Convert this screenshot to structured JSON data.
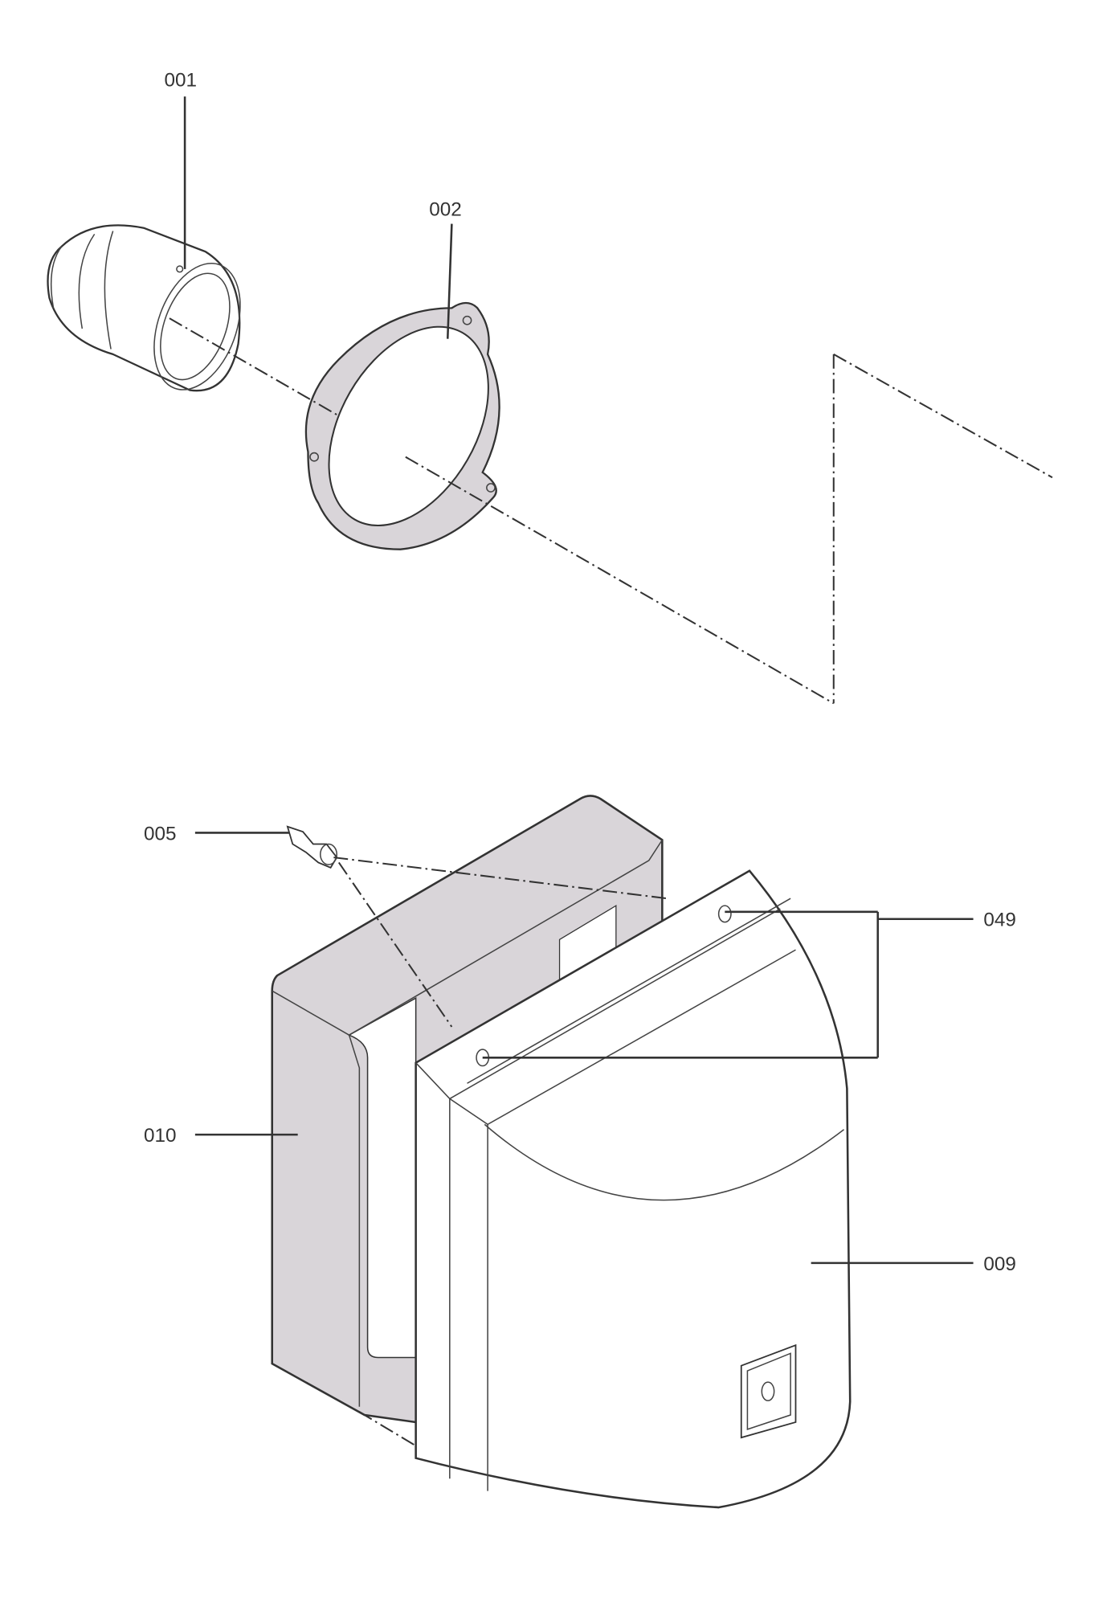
{
  "diagram": {
    "type": "exploded-parts-diagram",
    "parts": [
      {
        "id": "001",
        "label": "001"
      },
      {
        "id": "002",
        "label": "002"
      },
      {
        "id": "005",
        "label": "005"
      },
      {
        "id": "049",
        "label": "049"
      },
      {
        "id": "010",
        "label": "010"
      },
      {
        "id": "009",
        "label": "009"
      }
    ],
    "colors": {
      "part_fill": "#d9d5d9",
      "line": "#333333",
      "background": "#ffffff"
    }
  }
}
